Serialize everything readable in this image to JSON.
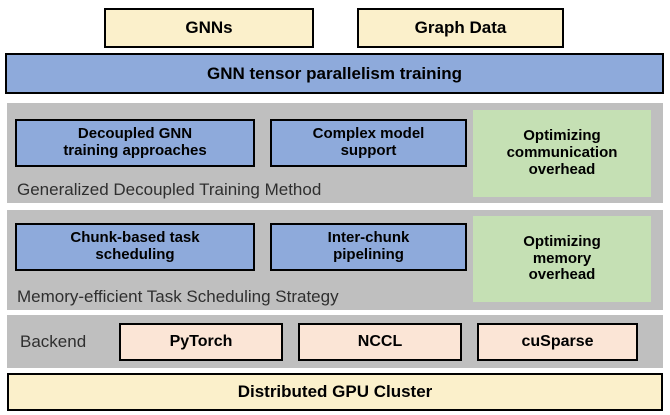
{
  "colors": {
    "cream": "#FBF0CB",
    "blue": "#8EAADB",
    "gray": "#BFBFBF",
    "green": "#C5E0B4",
    "peach": "#FBE5D6",
    "border": "#000000",
    "section_label": "#2F2F2F"
  },
  "inputs": {
    "gnns": "GNNs",
    "graph_data": "Graph Data"
  },
  "training_layer": {
    "label": "GNN tensor parallelism training"
  },
  "decoupled_section": {
    "title": "Generalized Decoupled Training Method",
    "approaches_box": "Decoupled GNN\ntraining approaches",
    "complex_model_box": "Complex model\nsupport",
    "goal_box": "Optimizing\ncommunication\noverhead"
  },
  "scheduling_section": {
    "title": "Memory-efficient Task Scheduling Strategy",
    "chunk_box": "Chunk-based task\nscheduling",
    "pipelining_box": "Inter-chunk\npipelining",
    "goal_box": "Optimizing\nmemory\noverhead"
  },
  "backend_section": {
    "title": "Backend",
    "items": [
      "PyTorch",
      "NCCL",
      "cuSparse"
    ]
  },
  "cluster_layer": {
    "label": "Distributed GPU Cluster"
  }
}
